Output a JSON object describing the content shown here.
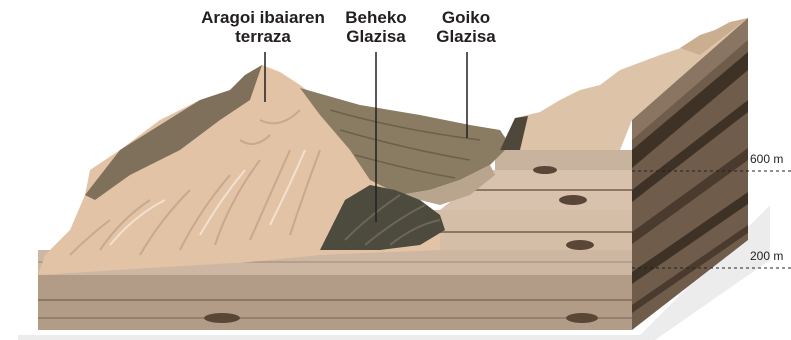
{
  "labels": {
    "aragoi": {
      "line1": "Aragoi ibaiaren",
      "line2": "terraza"
    },
    "beheko": {
      "line1": "Beheko",
      "line2": "Glazisa"
    },
    "goiko": {
      "line1": "Goiko",
      "line2": "Glazisa"
    }
  },
  "altitudes": {
    "upper": "600 m",
    "lower": "200 m"
  },
  "colors": {
    "background": "#ffffff",
    "sand": "#e3c3a6",
    "sand_light": "#efd8c1",
    "glacis_brown": "#8a7a60",
    "glacis_dark": "#4d4a3e",
    "front_face": "#a89280",
    "side_face": "#7d6957",
    "strata_dark": "#3e3227",
    "shadow": "#e8e8e8"
  }
}
